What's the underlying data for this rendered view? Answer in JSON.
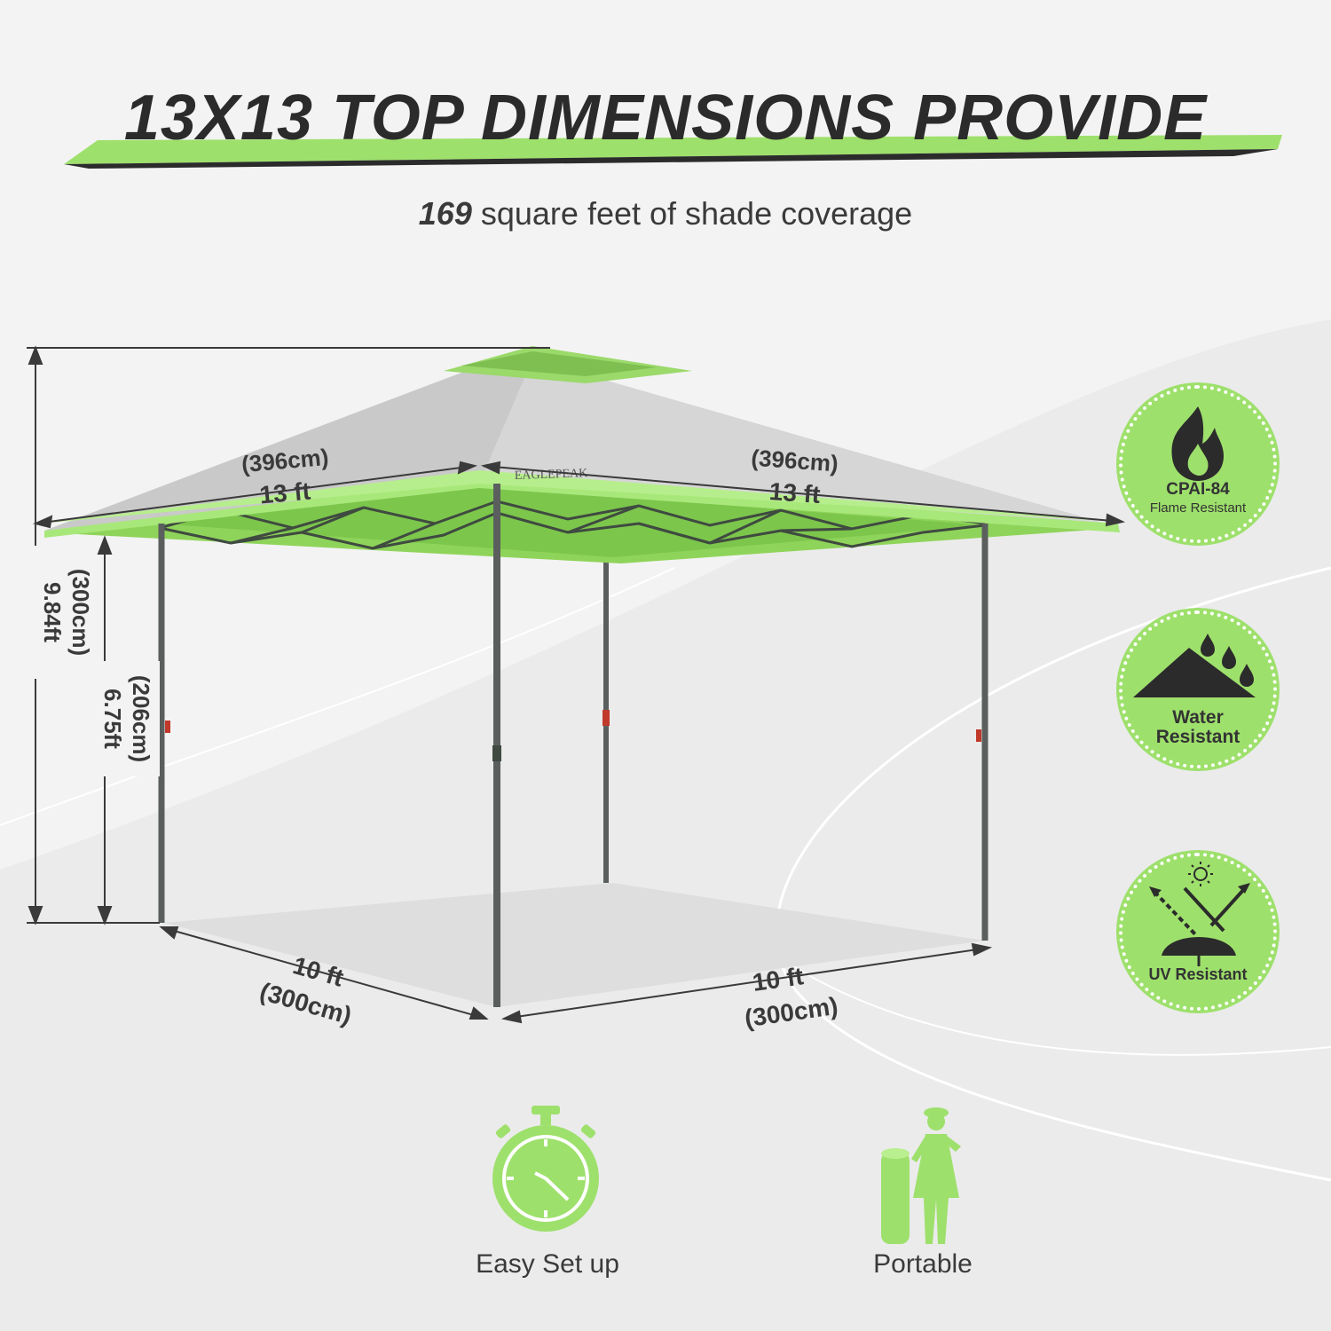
{
  "headline": "13X13 TOP DIMENSIONS PROVIDE",
  "subline": {
    "number": "169",
    "text": " square feet of shade coverage"
  },
  "brand": "EAGLEPEAK",
  "dimensions": {
    "top_left": {
      "metric": "(396cm)",
      "imperial": "13 ft"
    },
    "top_right": {
      "metric": "(396cm)",
      "imperial": "13 ft"
    },
    "total_height": {
      "imperial": "9.84ft",
      "metric": "(300cm)"
    },
    "eave_height": {
      "imperial": "6.75ft",
      "metric": "(206cm)"
    },
    "base_left": {
      "imperial": "10 ft",
      "metric": "(300cm)"
    },
    "base_right": {
      "imperial": "10 ft",
      "metric": "(300cm)"
    }
  },
  "badges": [
    {
      "icon": "flame-icon",
      "title": "CPAI-84",
      "subtitle": "Flame Resistant"
    },
    {
      "icon": "mountain-rain-icon",
      "title": "Water",
      "subtitle": "Resistant"
    },
    {
      "icon": "sun-umbrella-icon",
      "title": "UV Resistant",
      "subtitle": ""
    }
  ],
  "features": [
    {
      "icon": "stopwatch-icon",
      "label": "Easy Set up"
    },
    {
      "icon": "person-carry-bag-icon",
      "label": "Portable"
    }
  ],
  "colors": {
    "accent_green": "#9ee06c",
    "canopy_gray": "#c9c9c9",
    "frame": "#5a5f5e",
    "text_dark": "#2b2b2b"
  }
}
